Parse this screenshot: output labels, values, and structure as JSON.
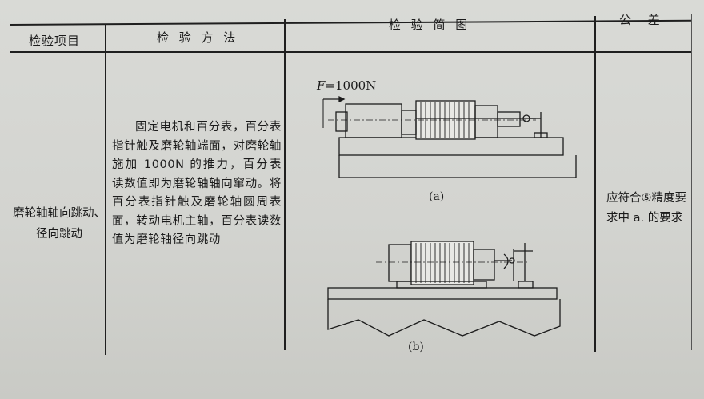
{
  "table": {
    "headers": {
      "item": "检验项目",
      "method": "检 验 方 法",
      "diagram": "检 验 简 图",
      "tolerance": "公 差"
    },
    "row": {
      "item": "磨轮轴轴向跳动、径向跳动",
      "method": "固定电机和百分表，百分表指针触及磨轮轴端面，对磨轮轴施加 1000N 的推力，百分表读数值即为磨轮轴轴向窜动。将百分表指针触及磨轮轴圆周表面，转动电机主轴，百分表读数值为磨轮轴径向跳动",
      "tolerance": "应符合⑤精度要求中 a. 的要求"
    }
  },
  "figures": {
    "force_symbol": "F",
    "force_value": "=1000N",
    "label_a": "(a)",
    "label_b": "(b)"
  }
}
